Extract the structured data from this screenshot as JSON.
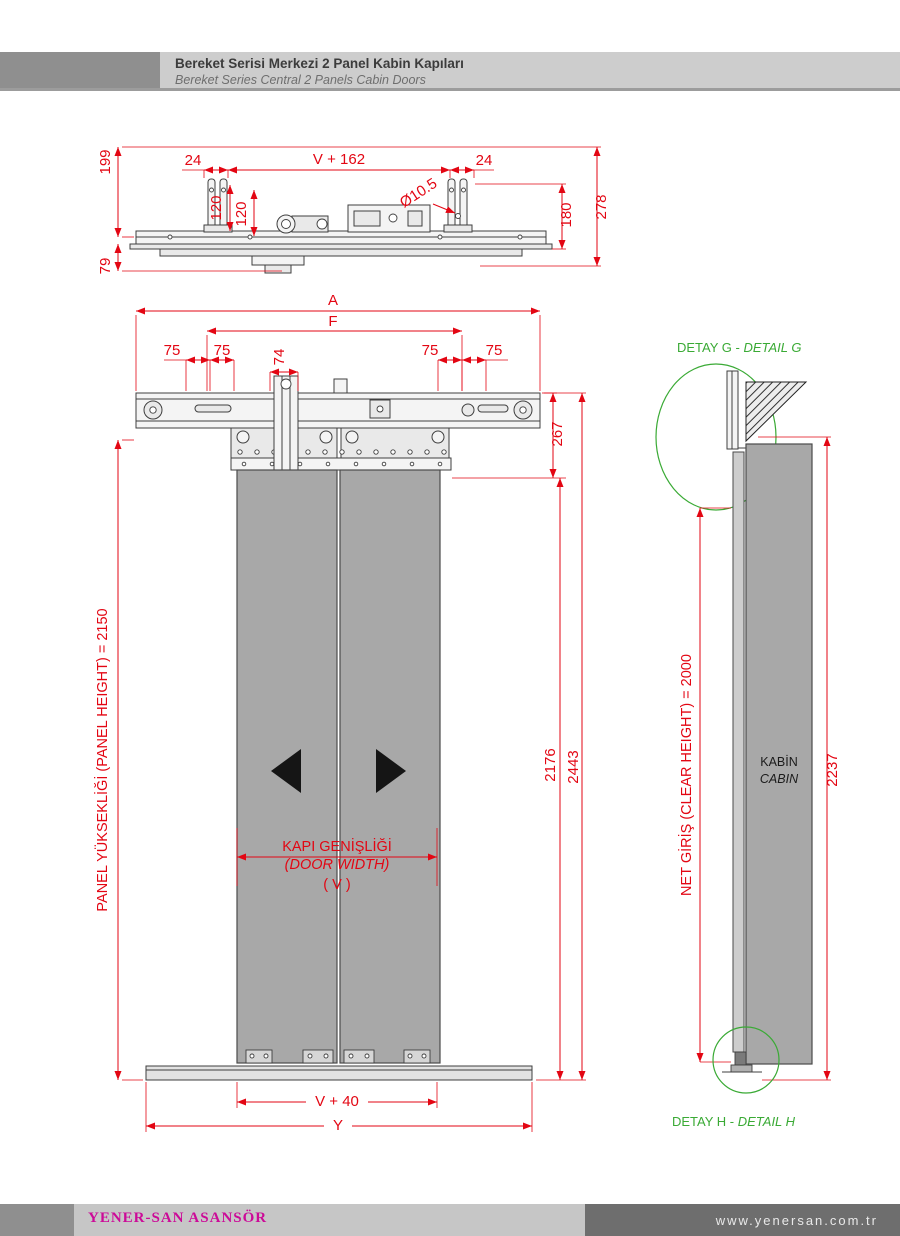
{
  "header": {
    "title_tr": "Bereket Serisi Merkezi  2 Panel Kabin Kapıları",
    "title_en": "Bereket Series Central 2 Panels Cabin Doors"
  },
  "footer": {
    "company": "YENER-SAN ASANSÖR",
    "website": "www.yenersan.com.tr"
  },
  "colors": {
    "dimension_red": "#e30613",
    "detail_green": "#3aaa35",
    "panel_gray": "#a8a8a8",
    "line_dark": "#3f3f3f",
    "brand_magenta": "#cc0a98"
  },
  "top_view": {
    "dims": {
      "left_height": "199",
      "bottom_left": "79",
      "bracket_left_gap": "24",
      "center_span": "V + 162",
      "bracket_right_gap": "24",
      "hole_dia": "Ø10.5",
      "bracket_h1": "120",
      "bracket_h2": "120",
      "right_inner": "180",
      "right_total": "278"
    }
  },
  "front_view": {
    "dims": {
      "total_width": "A",
      "frame_width": "F",
      "left_75a": "75",
      "left_75b": "75",
      "center_74": "74",
      "right_75a": "75",
      "right_75b": "75",
      "header_height": "267",
      "opening_height": "2176",
      "total_height": "2443",
      "panel_height": "PANEL YÜKSEKLİĞİ (PANEL HEIGHT) = 2150",
      "door_width_line1": "KAPI GENİŞLİĞİ",
      "door_width_line2": "(DOOR WIDTH)",
      "door_width_line3": "( V )",
      "sill_width": "V + 40",
      "base_width": "Y"
    }
  },
  "side_view": {
    "labels": {
      "detail_g_tr": "DETAY G - ",
      "detail_g_en": "DETAIL G",
      "detail_h_tr": "DETAY H - ",
      "detail_h_en": "DETAIL H",
      "cabin_tr": "KABİN",
      "cabin_en": "CABIN"
    },
    "dims": {
      "clear_height": "NET GİRİŞ (CLEAR HEIGHT) = 2000",
      "wall_height": "2237"
    }
  }
}
